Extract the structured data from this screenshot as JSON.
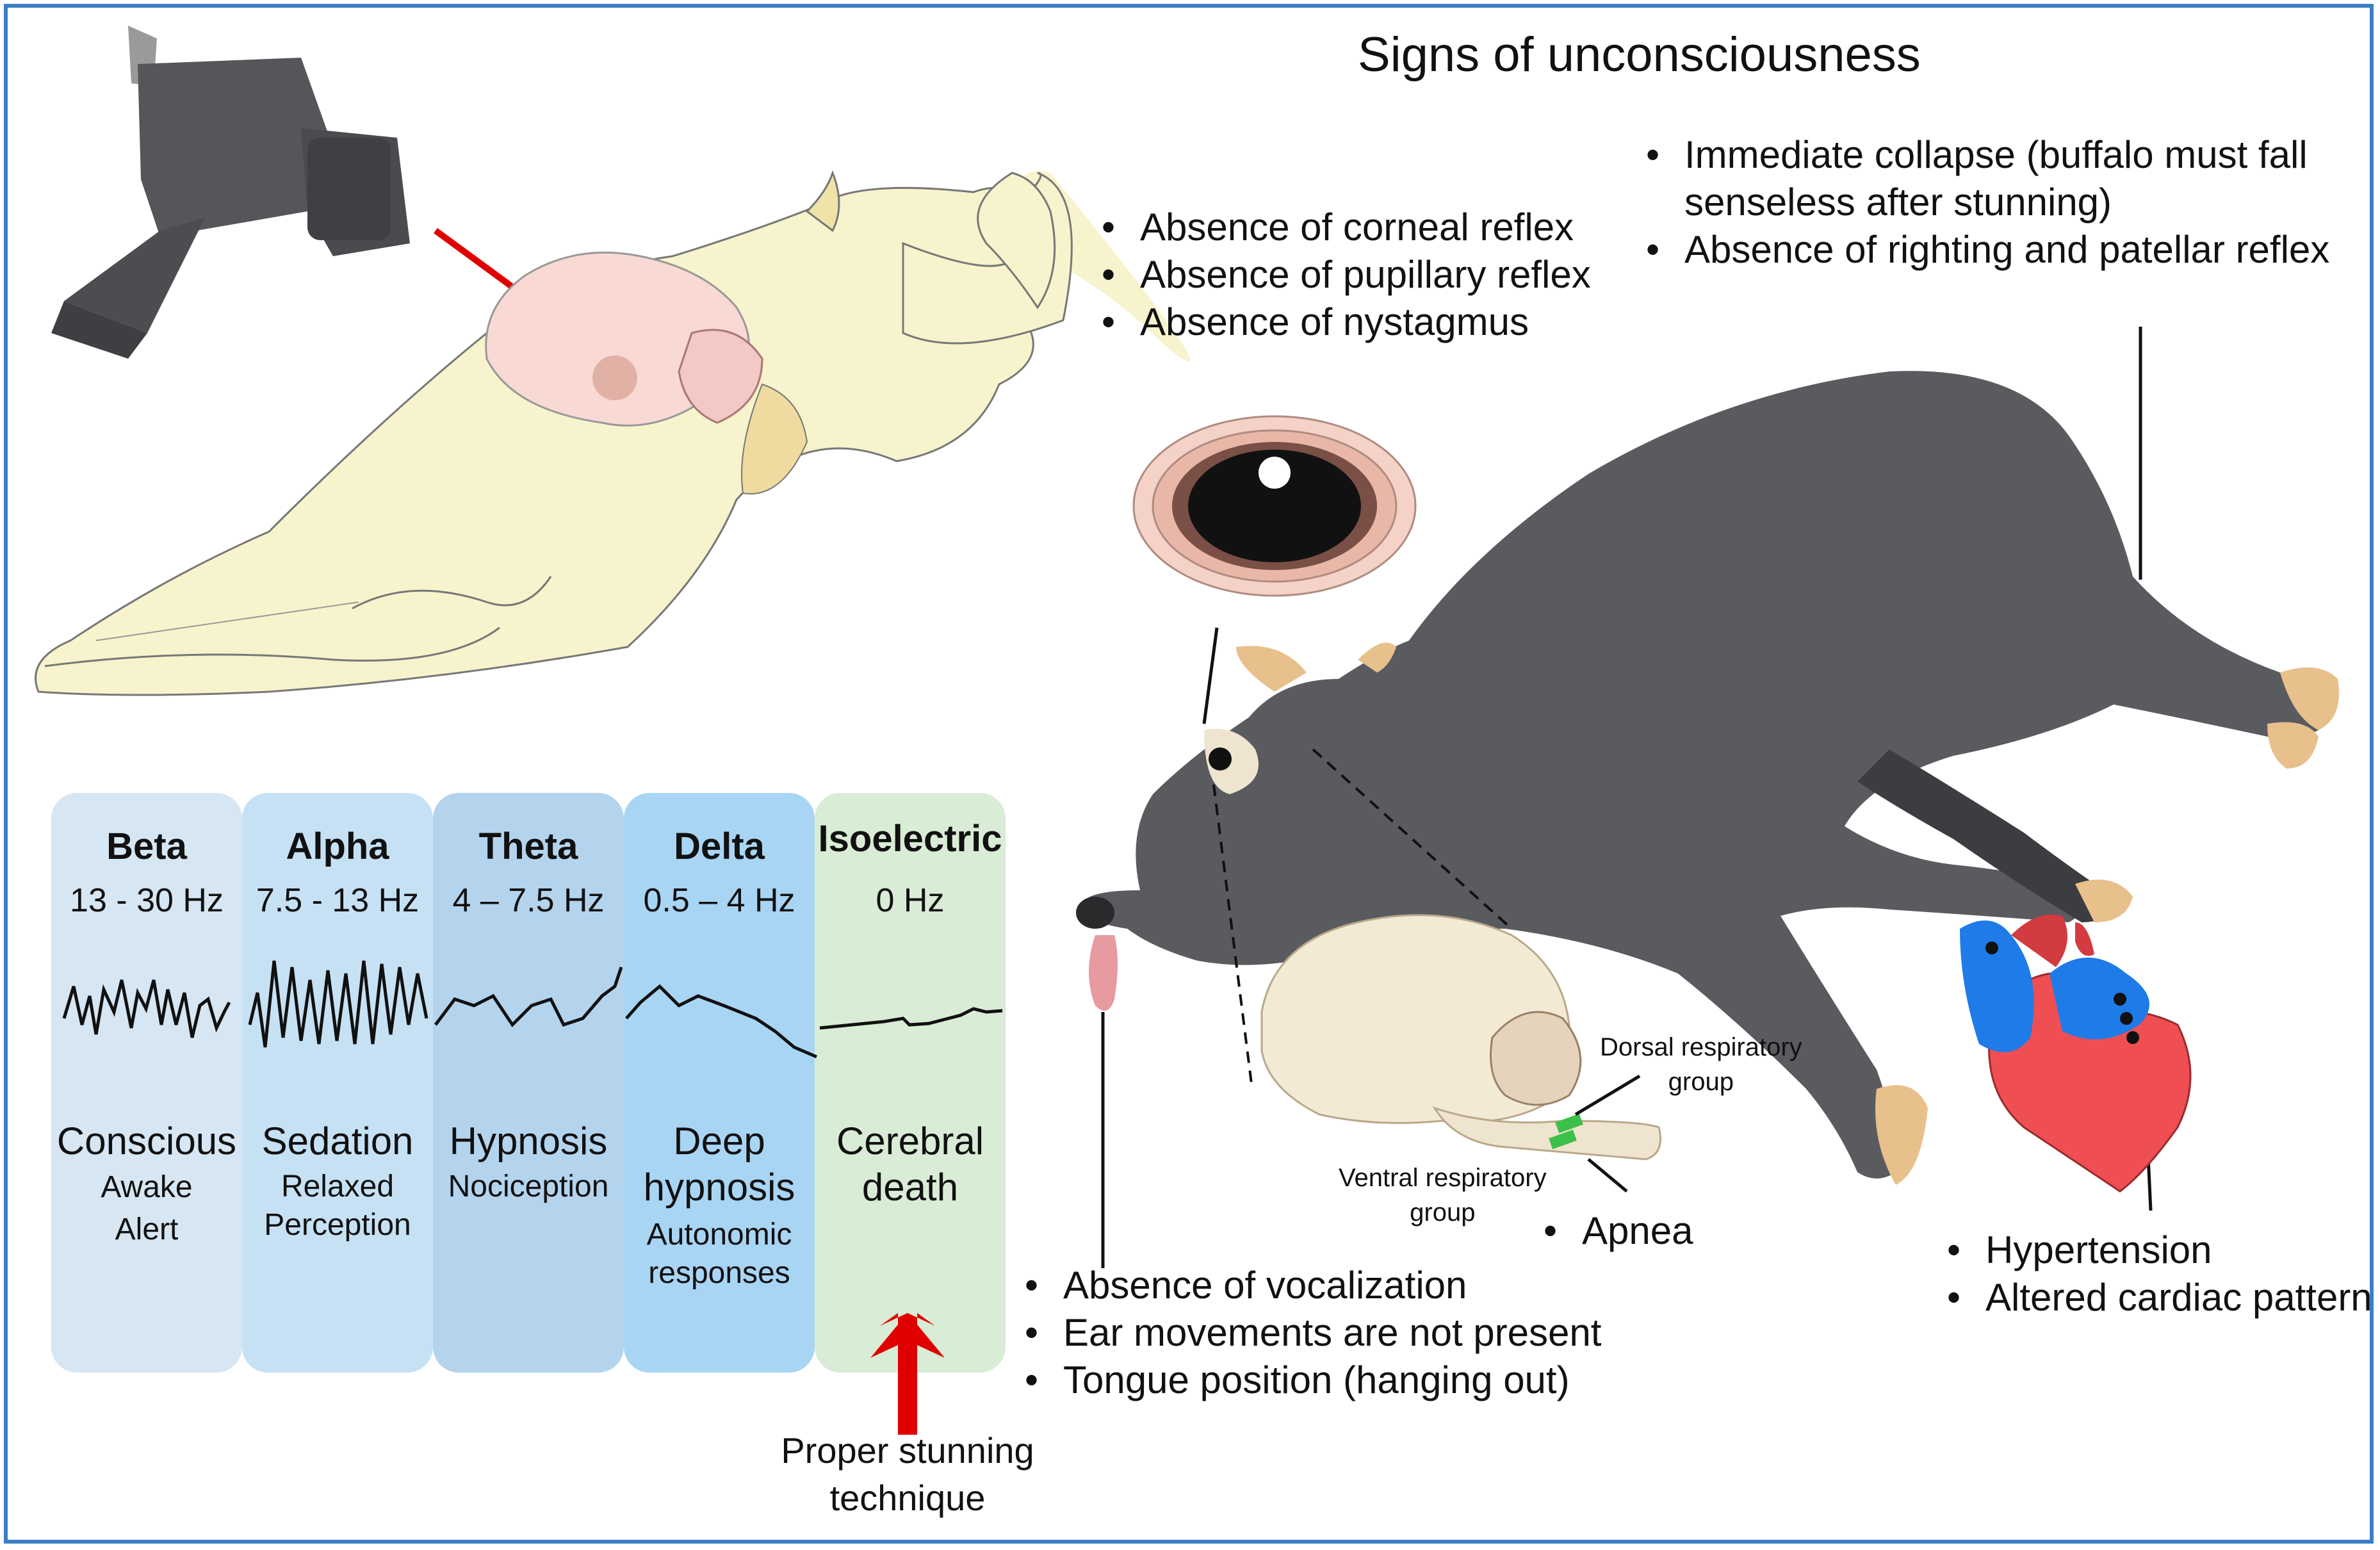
{
  "title": "Signs of unconsciousness",
  "eye_signs": [
    "Absence of corneal reflex",
    "Absence of pupillary reflex",
    "Absence of nystagmus"
  ],
  "body_signs": [
    "Immediate collapse (buffalo must fall",
    "senseless after stunning)",
    "Absence of righting and patellar reflex"
  ],
  "mouth_signs": [
    "Absence of vocalization",
    "Ear movements are not present",
    "Tongue position (hanging out)"
  ],
  "heart_signs": [
    "Hypertension",
    "Altered cardiac pattern"
  ],
  "brain_labels": {
    "dorsal_line1": "Dorsal respiratory",
    "dorsal_line2": "group",
    "ventral_line1": "Ventral respiratory",
    "ventral_line2": "group",
    "apnea": "Apnea"
  },
  "eeg_bands": [
    {
      "name": "Beta",
      "range": "13 - 30 Hz",
      "state": [
        "Conscious"
      ],
      "sub": [
        "Awake",
        "Alert"
      ],
      "color": "#d6e6f3"
    },
    {
      "name": "Alpha",
      "range": "7.5 - 13 Hz",
      "state": [
        "Sedation"
      ],
      "sub": [
        "Relaxed",
        "Perception"
      ],
      "color": "#c6e1f4"
    },
    {
      "name": "Theta",
      "range": "4 – 7.5 Hz",
      "state": [
        "Hypnosis"
      ],
      "sub": [
        "Nociception"
      ],
      "color": "#b4d4ee"
    },
    {
      "name": "Delta",
      "range": "0.5 – 4 Hz",
      "state": [
        "Deep",
        "hypnosis"
      ],
      "sub": [
        "Autonomic",
        "responses"
      ],
      "color": "#a9d5f4"
    },
    {
      "name": "Isoelectric",
      "range": "0 Hz",
      "state": [
        "Cerebral",
        "death"
      ],
      "sub": [],
      "color": "#d9ecd5"
    }
  ],
  "stunning_label": [
    "Proper stunning",
    "technique"
  ],
  "colors": {
    "frame": "#3b7fc4",
    "skull": "#f7f3cc",
    "brain_pink": "#f8d9d3",
    "buffalo": "#5a5b5f",
    "hoof": "#e8c08c",
    "arrow_red": "#e00000",
    "heart_red": "#ef4f53",
    "heart_blue": "#1e7be8"
  }
}
